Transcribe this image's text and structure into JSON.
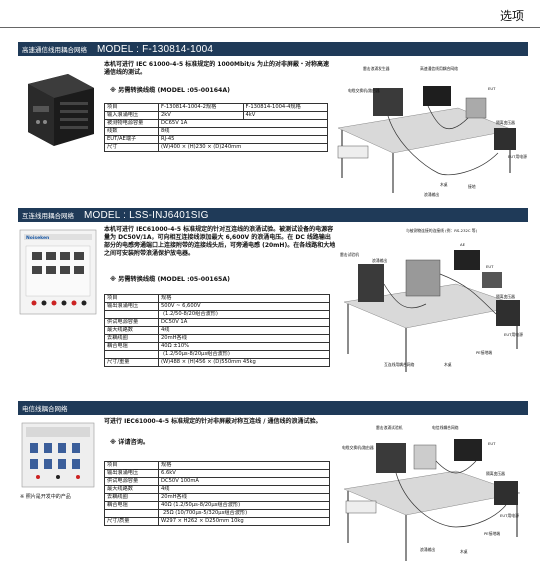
{
  "header": {
    "title": "选项"
  },
  "sections": [
    {
      "bar_zh": "高速通信线用耦合网络",
      "bar_model": "MODEL : F-130814-1004",
      "description": "本机可进行 IEC 61000-4-5 标准规定的 1000Mbit/s 为止的对非屏蔽・对称高速通信线的测试。",
      "note": "※ 另需转换线缆 (MODEL :05-00164A)",
      "table": [
        [
          "项目",
          "F-130814-1004-2规格",
          "F-130814-1004-4规格"
        ],
        [
          "输入浪涌电压",
          "2kV",
          "4kV"
        ],
        [
          "被测物电源容量",
          "DC65V 1A",
          ""
        ],
        [
          "线数",
          "8线",
          ""
        ],
        [
          "EUT/AE端子",
          "RJ-45",
          ""
        ],
        [
          "尺寸",
          "(W)400 × (H)230 × (D)240mm",
          ""
        ]
      ],
      "diagram_labels": [
        "雷击浪涌发生器",
        "高速通信线用耦合网络",
        "电缆交换机/路由器",
        "EUT",
        "隔离变压器",
        "EUT用电源",
        "木桌",
        "浪涌输出",
        "接地"
      ]
    },
    {
      "bar_zh": "互连线用耦合网络",
      "bar_model": "MODEL : LSS-INJ6401SIG",
      "description": "本机可进行 IEC61000-4-5 标准规定的针对互连线的浪涌试验。被测试设备的电源容量为 DC50V/1A，可向相互连接线添加最大 6,600V 的浪涌电压。在 DC 线路输出部分的电感旁通端口上连接附带的连接线头后，可旁通电感 (20mH)。在各线路和大地之间可安装附带浪涌保护放电器。",
      "note": "※ 另需转换线缆 (MODEL :05-00165A)",
      "table": [
        [
          "项目",
          "规格"
        ],
        [
          "输出浪涌电压",
          "500V ~ 6,600V"
        ],
        [
          "",
          "(1.2/50-8/20组合波形)"
        ],
        [
          "供试电源容量",
          "DC50V 1A"
        ],
        [
          "最大线路数",
          "4线"
        ],
        [
          "去耦线圈",
          "20mH各线"
        ],
        [
          "耦合电阻",
          "40Ω ±10%"
        ],
        [
          "",
          "(1.2/50μs-8/20μs组合波形)"
        ],
        [
          "尺寸/重量",
          "(W)488 × (H)456 × (D)550mm        45kg"
        ]
      ],
      "diagram_labels": [
        "与被测物连接的连接线 (例：RS-232C 等)",
        "雷击试验机",
        "浪涌输出",
        "AE",
        "EUT",
        "隔离变压器",
        "EUT用电源",
        "PE接地端",
        "互连线用耦合网络",
        "木桌"
      ],
      "panel_brand": "Noiseken"
    },
    {
      "bar_zh": "电信线耦合网络",
      "bar_model": "",
      "description": "可进行 IEC61000-4-5 标准规定的针对非屏蔽对称互连线 / 通信线的浪涌试验。",
      "note": "※ 详请咨询。",
      "photo_caption": "※ 照片是开发中的产品",
      "table": [
        [
          "项目",
          "规格"
        ],
        [
          "输出浪涌电压",
          "6.6kV"
        ],
        [
          "供试电源容量",
          "DC50V 100mA"
        ],
        [
          "最大线路数",
          "4线"
        ],
        [
          "去耦线圈",
          "20mH各线"
        ],
        [
          "耦合电阻",
          "40Ω (1.2/50μs-8/20μs组合波形)"
        ],
        [
          "",
          "25Ω (10/700μs-5/320μs组合波形)"
        ],
        [
          "尺寸/质量",
          "W297 × H262 × D250mm      10kg"
        ]
      ],
      "diagram_labels": [
        "雷击浪涌试验机",
        "电信线耦合网络",
        "电缆交换机/路由器",
        "EUT",
        "隔离变压器",
        "EUT用电源",
        "浪涌输出",
        "木桌",
        "PE接地端"
      ]
    }
  ]
}
